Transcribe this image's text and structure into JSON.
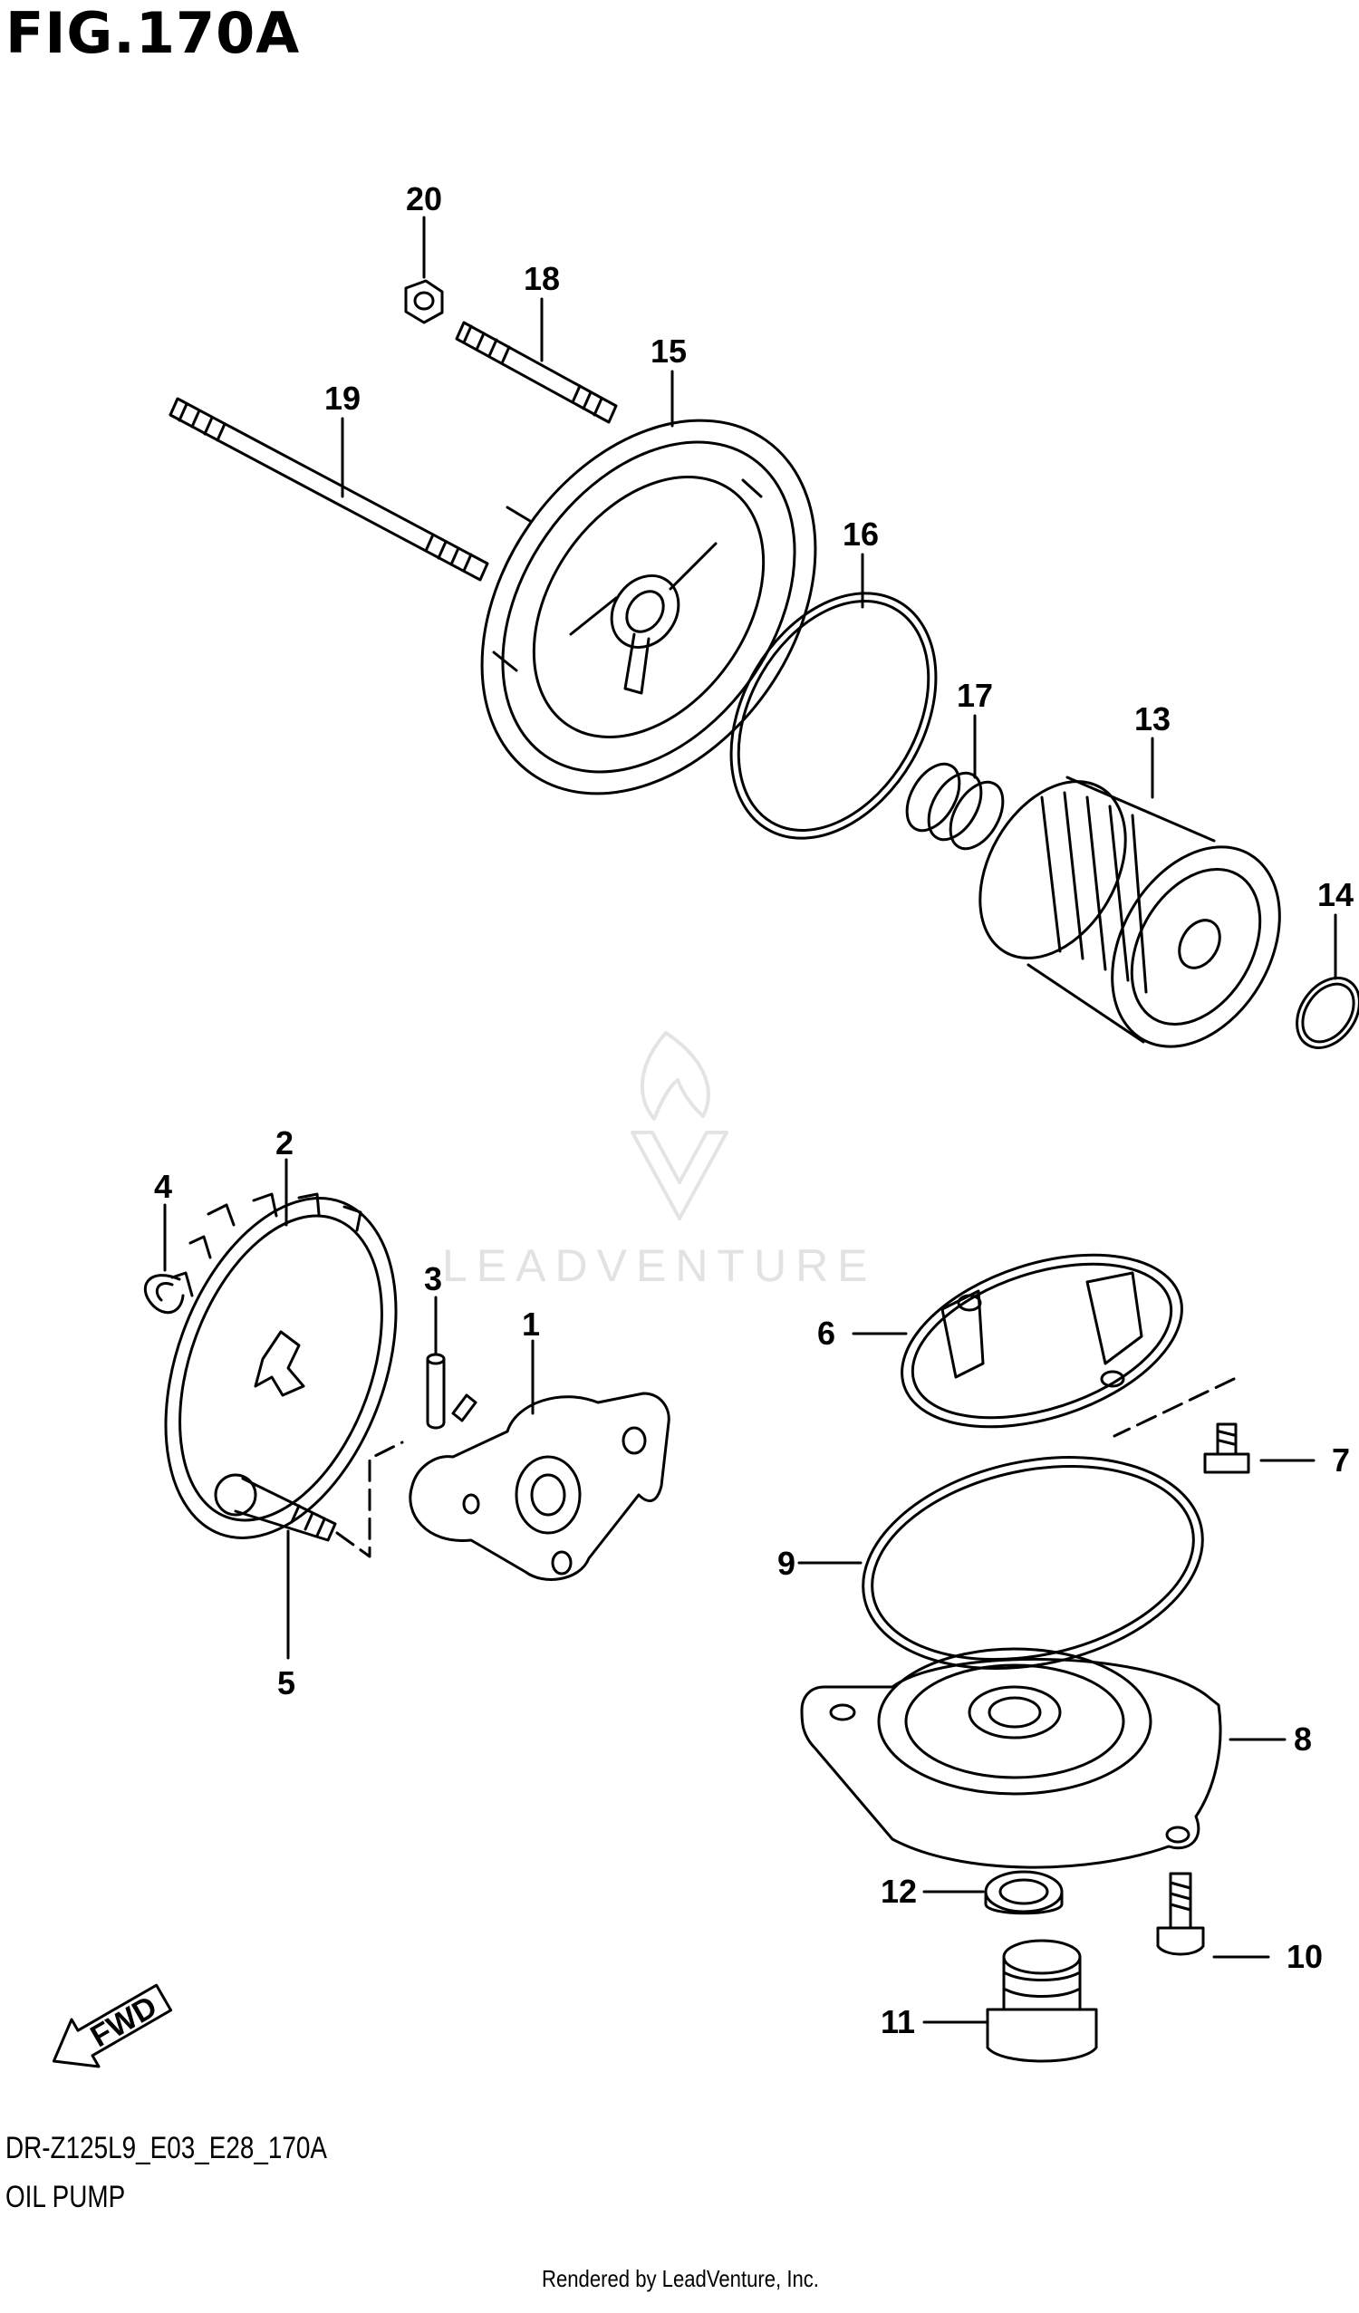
{
  "header": {
    "title": "FIG.170A"
  },
  "footer": {
    "code": "DR-Z125L9_E03_E28_170A",
    "name": "OIL PUMP",
    "rendered": "Rendered by LeadVenture, Inc."
  },
  "watermark": {
    "text": "LEADVENTURE"
  },
  "fwd": {
    "text": "FWD"
  },
  "callouts": {
    "c1": "1",
    "c2": "2",
    "c3": "3",
    "c4": "4",
    "c5": "5",
    "c6": "6",
    "c7": "7",
    "c8": "8",
    "c9": "9",
    "c10": "10",
    "c11": "11",
    "c12": "12",
    "c13": "13",
    "c14": "14",
    "c15": "15",
    "c16": "16",
    "c17": "17",
    "c18": "18",
    "c19": "19",
    "c20": "20"
  },
  "colors": {
    "line": "#000000",
    "watermark": "#e2e2e2",
    "background": "#ffffff"
  }
}
